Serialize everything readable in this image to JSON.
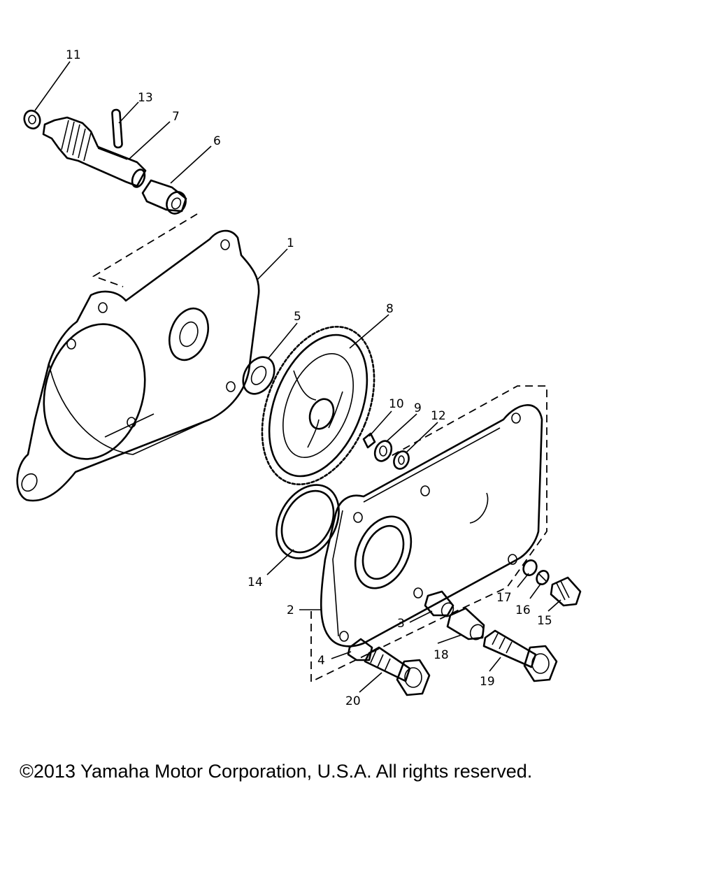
{
  "callouts": {
    "c1": "1",
    "c2": "2",
    "c3": "3",
    "c4": "4",
    "c5": "5",
    "c6": "6",
    "c7": "7",
    "c8": "8",
    "c9": "9",
    "c10": "10",
    "c11": "11",
    "c12": "12",
    "c13": "13",
    "c14": "14",
    "c15": "15",
    "c16": "16",
    "c17": "17",
    "c18": "18",
    "c19": "19",
    "c20": "20"
  },
  "footer": {
    "copyright": "©2013 Yamaha Motor Corporation, U.S.A. All rights reserved."
  }
}
